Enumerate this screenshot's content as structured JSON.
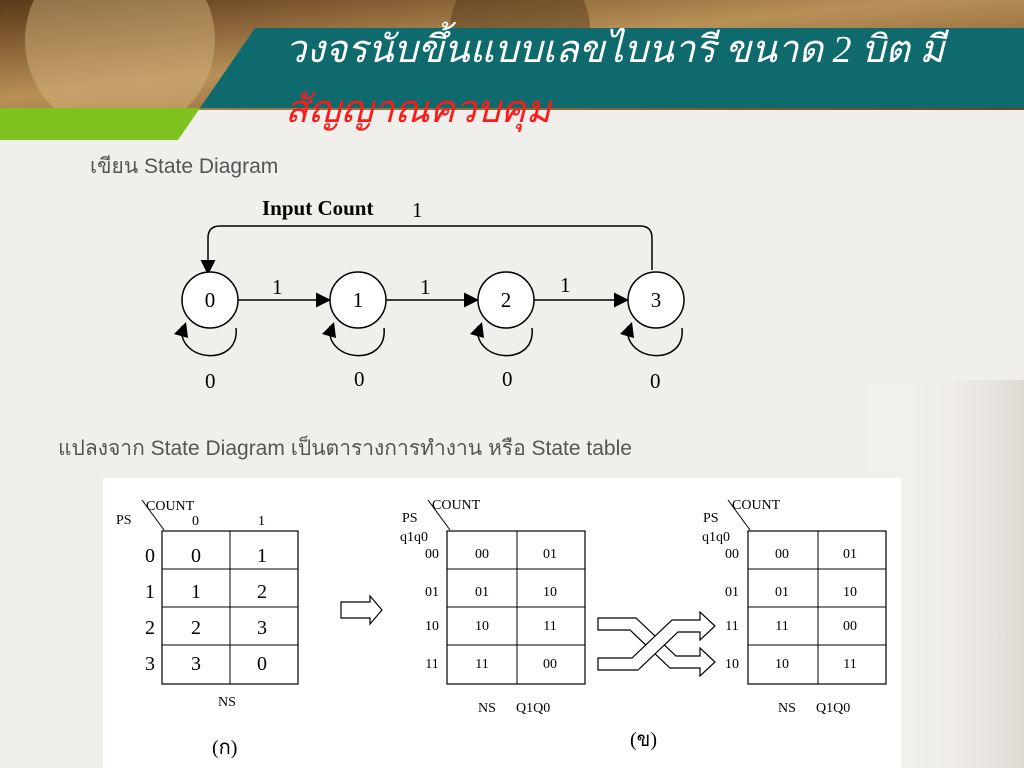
{
  "slide": {
    "title_line1": "วงจรนับขึ้นแบบเลขไบนารี ขนาด 2 บิต มี",
    "title_line2": "สัญญาณควบคุม",
    "caption1": "เขียน State Diagram",
    "caption2": "แปลงจาก State Diagram เป็นตารางการทำงาน หรือ State table",
    "colors": {
      "header": "#0f6a6e",
      "accent_green": "#7dc21e",
      "title_red": "#ff1a1a"
    }
  },
  "state_diagram": {
    "input_label": "Input Count",
    "top_arrow_label": "1",
    "states": [
      "0",
      "1",
      "2",
      "3"
    ],
    "transition_labels": [
      "1",
      "1",
      "1"
    ],
    "self_loop_labels": [
      "0",
      "0",
      "0",
      "0"
    ]
  },
  "table_a": {
    "ps_label": "PS",
    "count_label": "COUNT",
    "cols": [
      "0",
      "1"
    ],
    "ps": [
      "0",
      "1",
      "2",
      "3"
    ],
    "cells": [
      [
        "0",
        "1"
      ],
      [
        "1",
        "2"
      ],
      [
        "2",
        "3"
      ],
      [
        "3",
        "0"
      ]
    ],
    "ns_label": "NS",
    "caption": "(ก)"
  },
  "table_b": {
    "ps_label": "PS",
    "count_label": "COUNT",
    "q_label": "q1q0",
    "ps": [
      "00",
      "01",
      "10",
      "11"
    ],
    "cells": [
      [
        "00",
        "01"
      ],
      [
        "01",
        "10"
      ],
      [
        "10",
        "11"
      ],
      [
        "11",
        "00"
      ]
    ],
    "ns_label": "NS",
    "q_out_label": "Q1Q0"
  },
  "table_c": {
    "ps_label": "PS",
    "count_label": "COUNT",
    "q_label": "q1q0",
    "ps": [
      "00",
      "01",
      "11",
      "10"
    ],
    "cells": [
      [
        "00",
        "01"
      ],
      [
        "01",
        "10"
      ],
      [
        "11",
        "00"
      ],
      [
        "10",
        "11"
      ]
    ],
    "ns_label": "NS",
    "q_out_label": "Q1Q0",
    "caption": "(ข)"
  }
}
